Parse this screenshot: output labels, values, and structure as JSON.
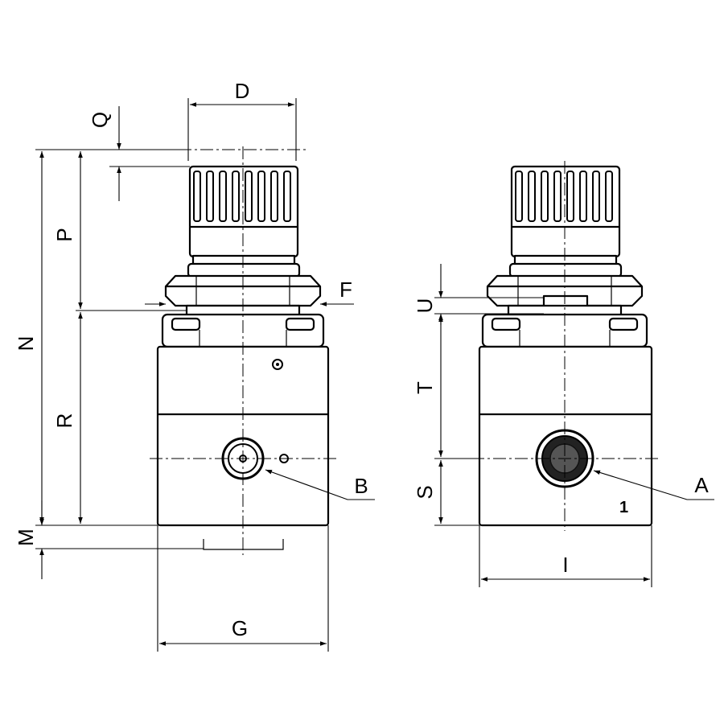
{
  "labels": {
    "D": "D",
    "Q": "Q",
    "P": "P",
    "N": "N",
    "R": "R",
    "M": "M",
    "F": "F",
    "G": "G",
    "B": "B",
    "U": "U",
    "T": "T",
    "S": "S",
    "A": "A",
    "I": "I",
    "port_number": "1"
  }
}
